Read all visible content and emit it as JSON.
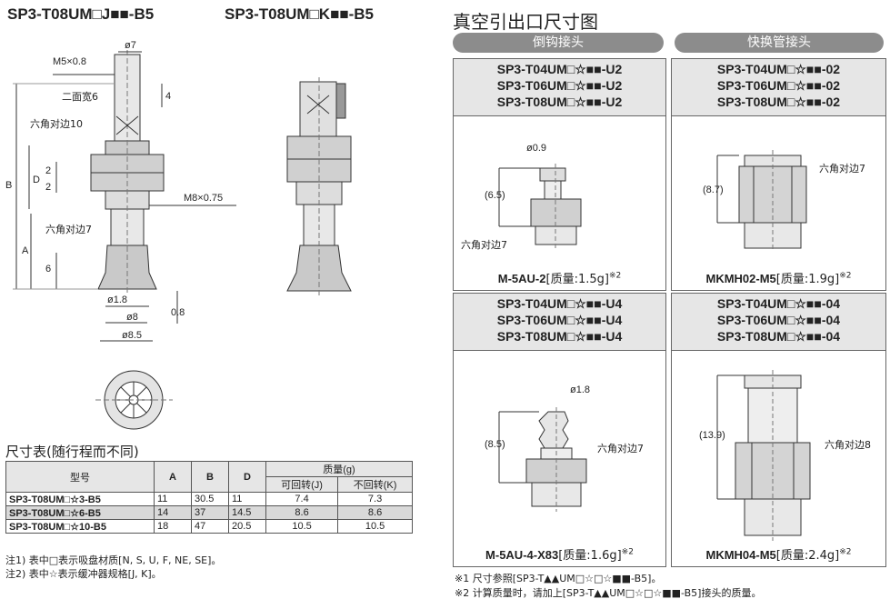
{
  "left": {
    "title_j": "SP3-T08UM□J■■-B5",
    "title_k": "SP3-T08UM□K■■-B5",
    "dims": {
      "phi7": "ø7",
      "m5": "M5×0.8",
      "nimian": "二面宽6",
      "four": "4",
      "hex10": "六角对边10",
      "B": "B",
      "D": "D",
      "two1": "2",
      "two2": "2",
      "m8": "M8×0.75",
      "hex7": "六角对边7",
      "A": "A",
      "six": "6",
      "phi18": "ø1.8",
      "phi8": "ø8",
      "phi85": "ø8.5",
      "p08": "0.8"
    },
    "table_title": "尺寸表(随行程而不同)",
    "table": {
      "h_model": "型号",
      "h_A": "A",
      "h_B": "B",
      "h_D": "D",
      "h_mass": "质量(g)",
      "h_rot": "可回转(J)",
      "h_norot": "不回转(K)",
      "rows": [
        {
          "model": "SP3-T08UM□☆3-B5",
          "A": "11",
          "B": "30.5",
          "D": "11",
          "J": "7.4",
          "K": "7.3"
        },
        {
          "model": "SP3-T08UM□☆6-B5",
          "A": "14",
          "B": "37",
          "D": "14.5",
          "J": "8.6",
          "K": "8.6"
        },
        {
          "model": "SP3-T08UM□☆10-B5",
          "A": "18",
          "B": "47",
          "D": "20.5",
          "J": "10.5",
          "K": "10.5"
        }
      ]
    },
    "notes": [
      "注1) 表中□表示吸盘材质[N, S, U, F, NE, SE]。",
      "注2) 表中☆表示缓冲器规格[J, K]。"
    ]
  },
  "right": {
    "title": "真空引出口尺寸图",
    "tab_barb": "倒钩接头",
    "tab_quick": "快换管接头",
    "panels": {
      "tl_models": [
        "SP3-T04UM□☆■■-U2",
        "SP3-T06UM□☆■■-U2",
        "SP3-T08UM□☆■■-U2"
      ],
      "tr_models": [
        "SP3-T04UM□☆■■-02",
        "SP3-T06UM□☆■■-02",
        "SP3-T08UM□☆■■-02"
      ],
      "bl_models": [
        "SP3-T04UM□☆■■-U4",
        "SP3-T06UM□☆■■-U4",
        "SP3-T08UM□☆■■-U4"
      ],
      "br_models": [
        "SP3-T04UM□☆■■-04",
        "SP3-T06UM□☆■■-04",
        "SP3-T08UM□☆■■-04"
      ],
      "tl_part": "M-5AU-2",
      "tl_mass": "[质量:1.5g]",
      "tl_sup": "※2",
      "tr_part": "MKMH02-M5",
      "tr_mass": "[质量:1.9g]",
      "tr_sup": "※2",
      "bl_part": "M-5AU-4-X83",
      "bl_mass": "[质量:1.6g]",
      "bl_sup": "※2",
      "br_part": "MKMH04-M5",
      "br_mass": "[质量:2.4g]",
      "br_sup": "※2",
      "tl_d1": "ø0.9",
      "tl_d2": "(6.5)",
      "tl_hex": "六角对边7",
      "tr_d1": "(8.7)",
      "tr_hex": "六角对边7",
      "bl_d1": "ø1.8",
      "bl_d2": "(8.5)",
      "bl_hex": "六角对边7",
      "br_d1": "(13.9)",
      "br_hex": "六角对边8"
    },
    "footnotes": [
      "※1  尺寸参照[SP3-T▲▲UM□☆□☆■■-B5]。",
      "※2  计算质量时，请加上[SP3-T▲▲UM□☆□☆■■-B5]接头的质量。"
    ]
  }
}
